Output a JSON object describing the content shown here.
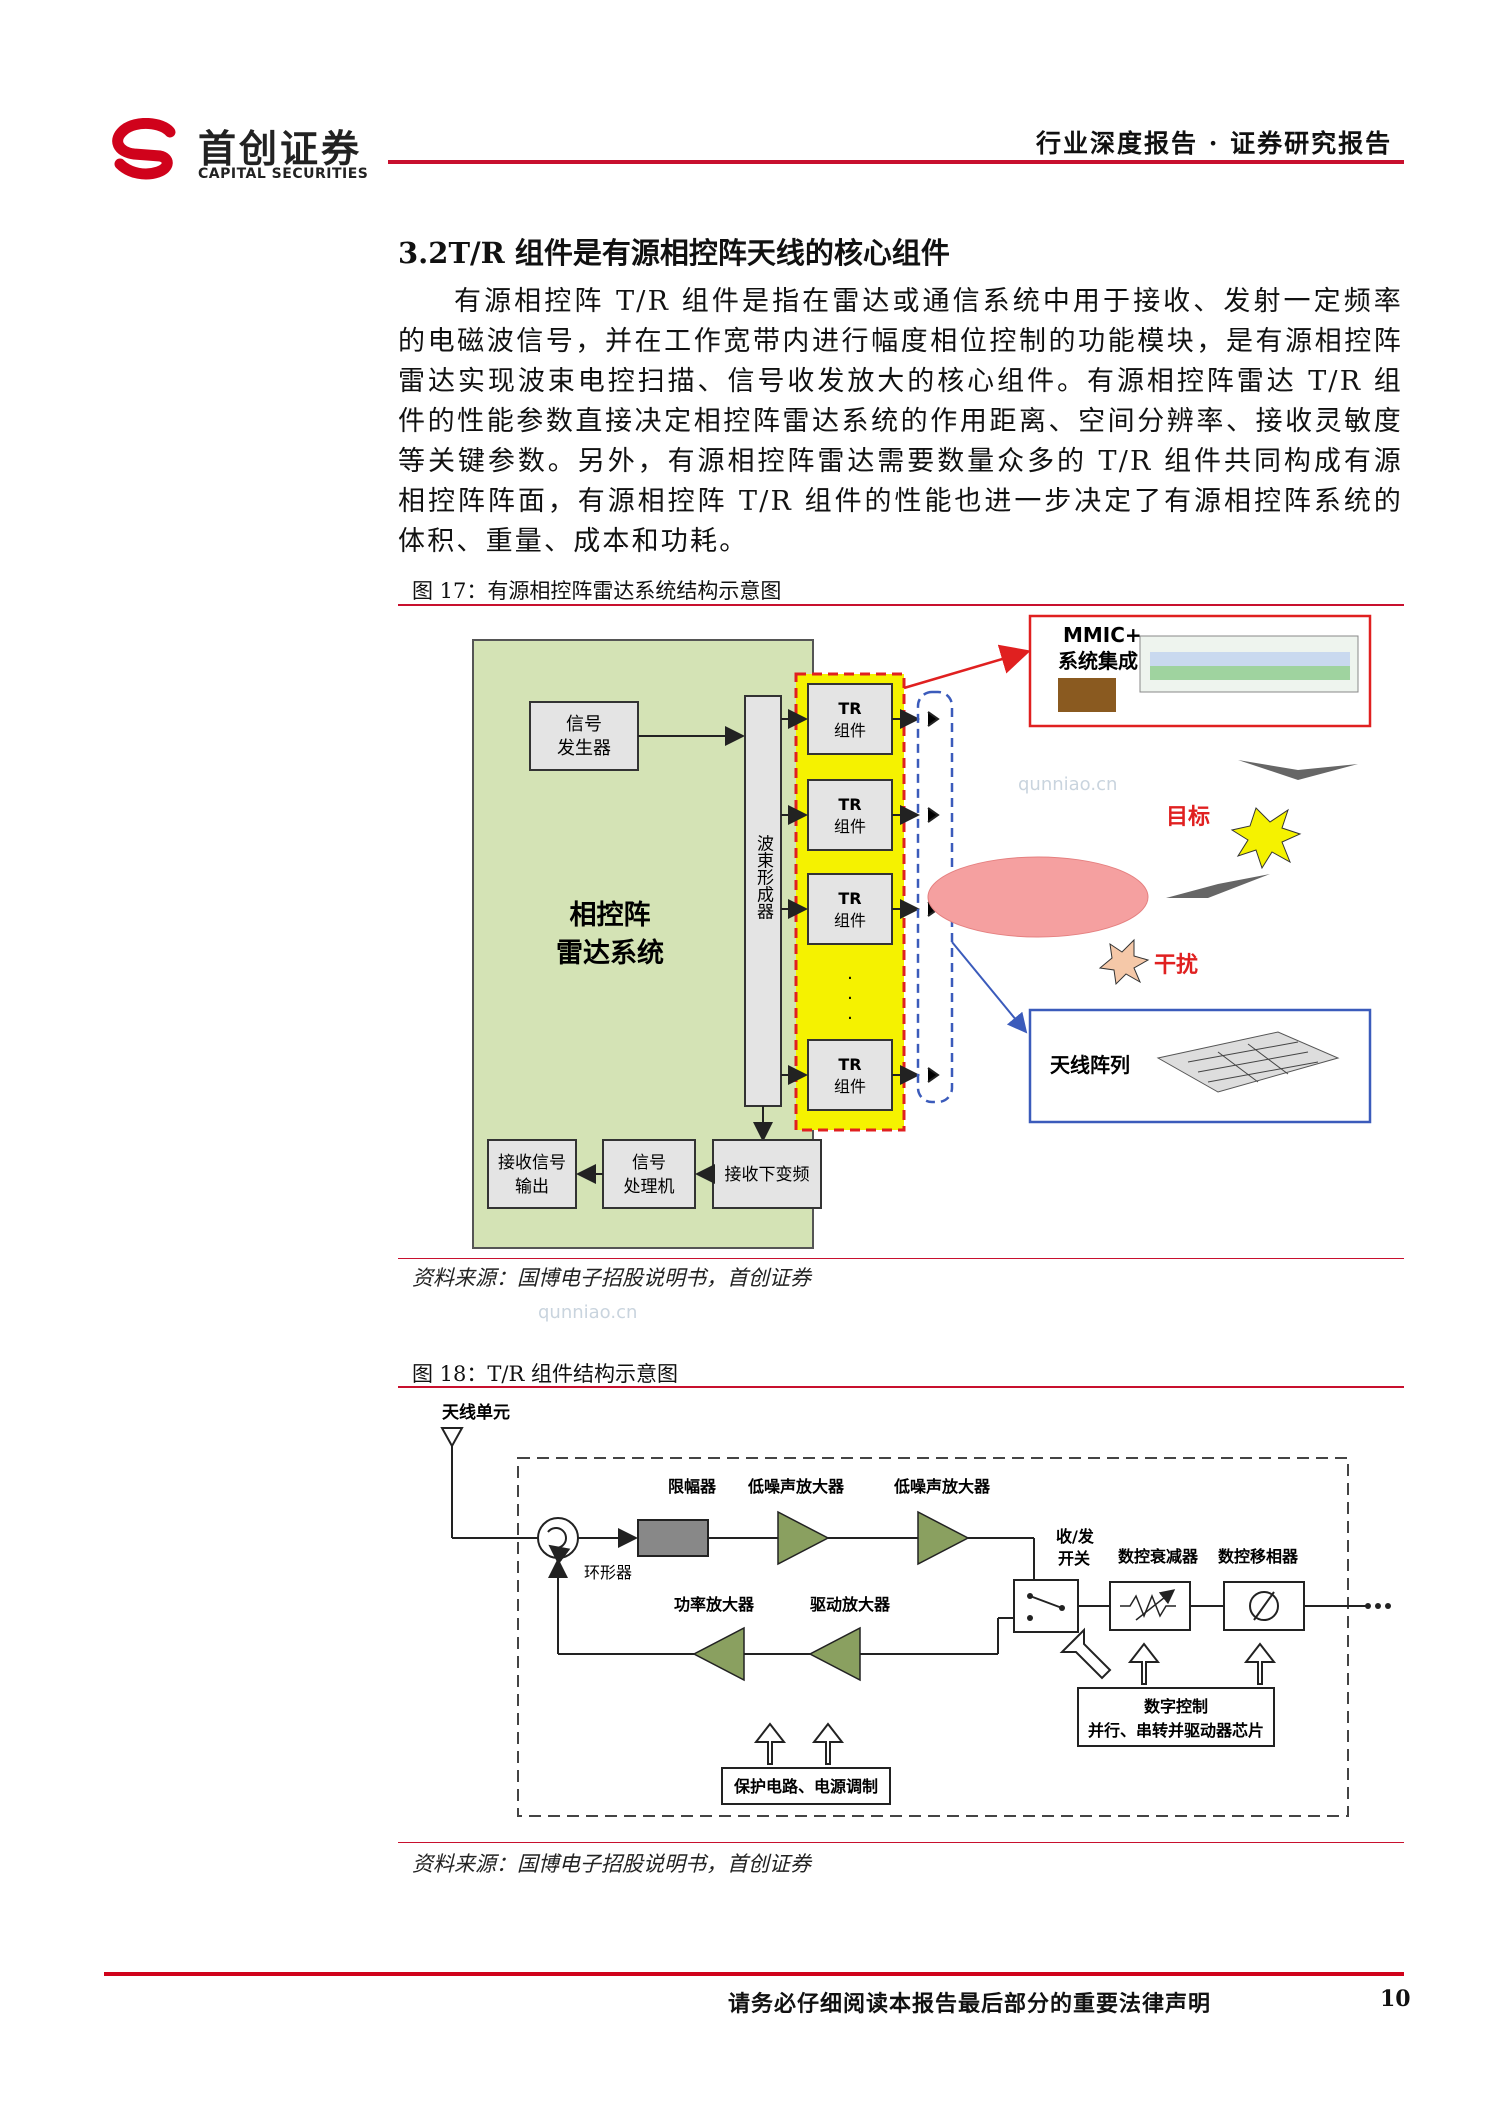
{
  "header": {
    "logo_cn": "首创证券",
    "logo_en": "CAPITAL SECURITIES",
    "report_type": "行业深度报告 · 证券研究报告"
  },
  "section": {
    "title": "3.2T/R 组件是有源相控阵天线的核心组件",
    "paragraph": "有源相控阵 T/R 组件是指在雷达或通信系统中用于接收、发射一定频率的电磁波信号，并在工作宽带内进行幅度相位控制的功能模块，是有源相控阵雷达实现波束电控扫描、信号收发放大的核心组件。有源相控阵雷达 T/R 组件的性能参数直接决定相控阵雷达系统的作用距离、空间分辨率、接收灵敏度等关键参数。另外，有源相控阵雷达需要数量众多的 T/R 组件共同构成有源相控阵阵面，有源相控阵 T/R 组件的性能也进一步决定了有源相控阵系统的体积、重量、成本和功耗。"
  },
  "figure17": {
    "caption": "图 17：有源相控阵雷达系统结构示意图",
    "source": "资料来源：国博电子招股说明书，首创证券",
    "labels": {
      "signal_gen_1": "信号",
      "signal_gen_2": "发生器",
      "system_1": "相控阵",
      "system_2": "雷达系统",
      "beamformer": "波束形成器",
      "tr_1": "TR",
      "tr_2": "组件",
      "rx_out_1": "接收信号",
      "rx_out_2": "输出",
      "processor_1": "信号",
      "processor_2": "处理机",
      "downconv": "接收下变频",
      "mmic_1": "MMIC+",
      "mmic_2": "系统集成",
      "target": "目标",
      "jamming": "干扰",
      "antenna_array": "天线阵列",
      "watermark": "qunniao.cn"
    }
  },
  "figure18": {
    "caption": "图 18：T/R 组件结构示意图",
    "source": "资料来源：国博电子招股说明书，首创证券",
    "labels": {
      "antenna_unit": "天线单元",
      "limiter": "限幅器",
      "lna": "低噪声放大器",
      "circulator": "环形器",
      "txrx_switch_1": "收/发",
      "txrx_switch_2": "开关",
      "attenuator": "数控衰减器",
      "phase_shifter": "数控移相器",
      "pa": "功率放大器",
      "driver_amp": "驱动放大器",
      "digital_ctrl_1": "数字控制",
      "digital_ctrl_2": "并行、串转并驱动器芯片",
      "protection": "保护电路、电源调制"
    }
  },
  "footer": {
    "disclaimer": "请务必仔细阅读本报告最后部分的重要法律声明",
    "page": "10"
  }
}
